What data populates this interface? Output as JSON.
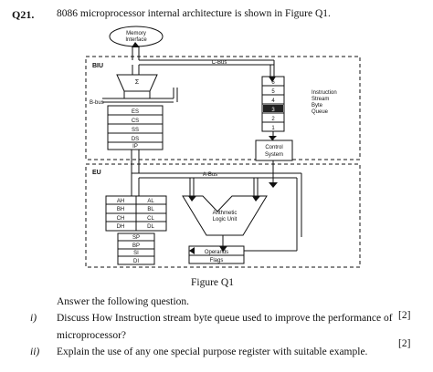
{
  "question": {
    "number": "Q21.",
    "statement": "8086 microprocessor internal architecture is shown in Figure Q1."
  },
  "figure": {
    "caption": "Figure Q1",
    "labels": {
      "memory_interface_line1": "Memory",
      "memory_interface_line2": "Interface",
      "biu": "BIU",
      "eu": "EU",
      "c_bus": "C-Bus",
      "b_bus": "B-bus",
      "a_bus": "A-Bus",
      "sigma": "Σ",
      "queue_title_1": "Instruction",
      "queue_title_2": "Stream",
      "queue_title_3": "Byte",
      "queue_title_4": "Queue",
      "control_1": "Control",
      "control_2": "System",
      "alu_1": "Arithmetic",
      "alu_2": "Logic Unit",
      "operands": "Operands",
      "flags": "Flags"
    },
    "queue_slots": [
      "6",
      "5",
      "4",
      "3",
      "2",
      "1"
    ],
    "segment_registers": [
      "ES",
      "CS",
      "SS",
      "DS",
      "IP"
    ],
    "general_registers": [
      [
        "AH",
        "AL"
      ],
      [
        "BH",
        "BL"
      ],
      [
        "CH",
        "CL"
      ],
      [
        "DH",
        "DL"
      ]
    ],
    "pointer_registers": [
      "SP",
      "BP",
      "SI",
      "DI"
    ]
  },
  "instruction_text": "Answer the following question.",
  "subquestions": [
    {
      "label": "i)",
      "line1": "Discuss How Instruction stream byte queue used to improve the performance of",
      "line2": "microprocessor?",
      "marks": "[2]"
    },
    {
      "label": "ii)",
      "line1": "Explain the use of any one special purpose register with suitable example.",
      "marks": "[2]"
    }
  ]
}
